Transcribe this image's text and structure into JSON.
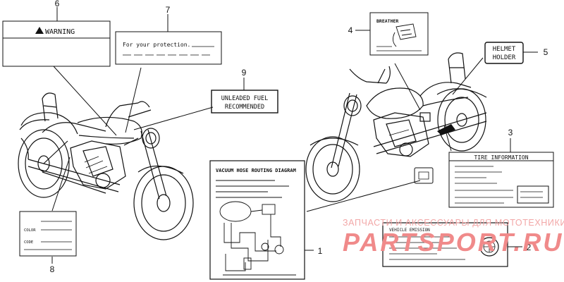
{
  "callouts": [
    "1",
    "2",
    "3",
    "4",
    "5",
    "6",
    "7",
    "8",
    "9"
  ],
  "labels": {
    "warning": "WARNING",
    "protection": "For your protection.",
    "fuel_line1": "UNLEADED FUEL",
    "fuel_line2": "RECOMMENDED",
    "breather": "BREATHER",
    "helmet_line1": "HELMET",
    "helmet_line2": "HOLDER",
    "tire": "TIRE INFORMATION",
    "vacuum": "VACUUM HOSE ROUTING DIAGRAM",
    "emission": "VEHICLE EMISSION",
    "color": "COLOR",
    "code": "CODE"
  },
  "watermark": {
    "line1": "ЗАПЧАСТИ И АКСЕССУАРЫ ДЛЯ МОТОТЕХНИКИ",
    "line2": "PARTSPORT.RU"
  }
}
